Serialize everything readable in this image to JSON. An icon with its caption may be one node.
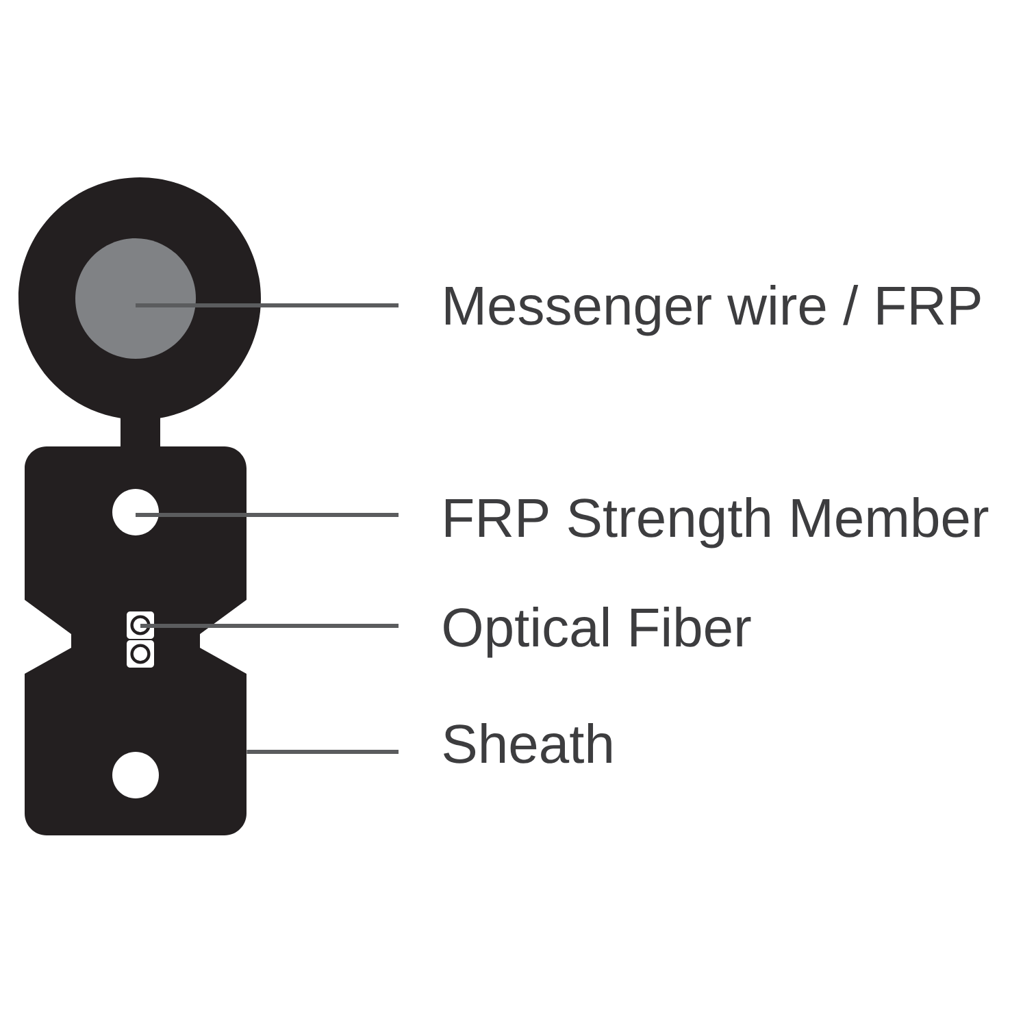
{
  "diagram": {
    "nodes": [
      {
        "text": [],
        "shape": "picture"
      },
      {
        "text": [],
        "shape": "circle",
        "in": 0
      },
      {
        "text": [],
        "shape": "circle",
        "in": 0
      },
      {
        "text": [],
        "shape": "box",
        "in": 0
      },
      {
        "text": [],
        "shape": "box",
        "in": 0
      },
      {
        "text": [],
        "shape": "circle",
        "in": 0
      },
      {
        "text": [
          "Messenger wire / FRP"
        ]
      },
      {
        "text": [
          "FRP Strength Member"
        ]
      },
      {
        "text": [
          "Optical Fiber"
        ]
      },
      {
        "text": [
          "Sheath"
        ]
      }
    ],
    "edges": [
      {
        "from": 6,
        "to": 1,
        "arrow": "none"
      },
      {
        "from": 7,
        "to": 2,
        "arrow": "none"
      },
      {
        "from": 8,
        "to": 3,
        "arrow": "none"
      },
      {
        "from": 9,
        "to": 0,
        "arrow": "none"
      }
    ]
  }
}
